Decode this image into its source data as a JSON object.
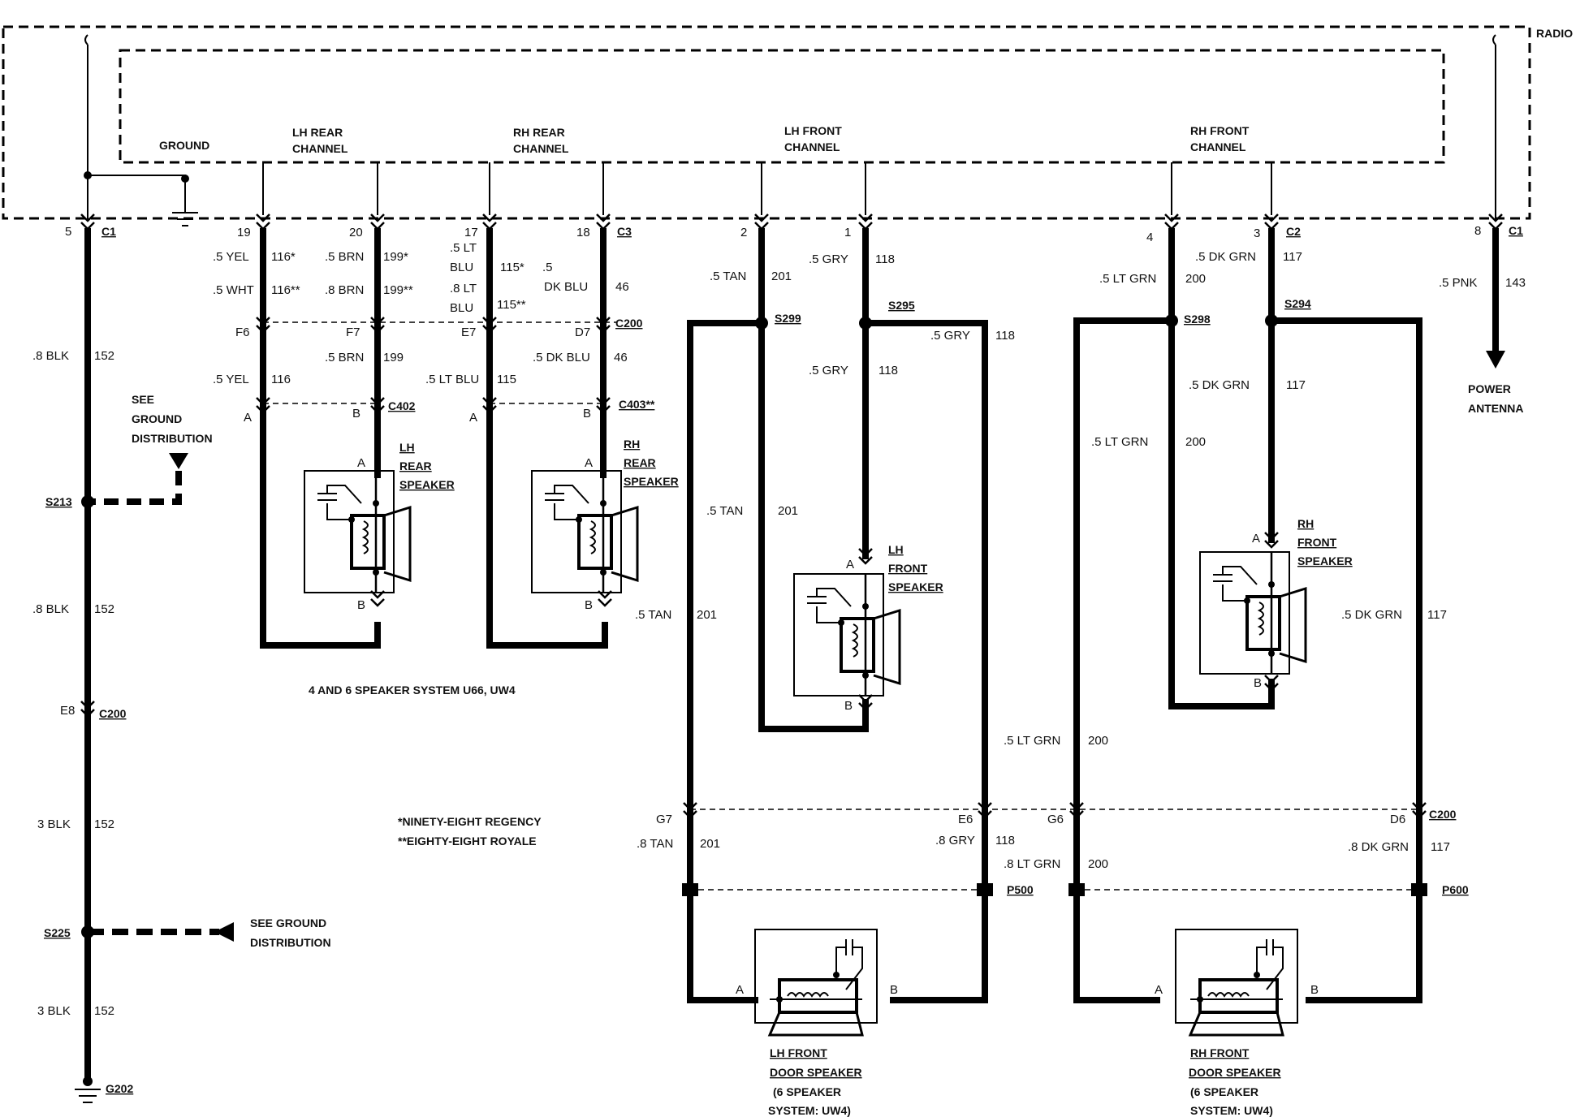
{
  "title": "RADIO",
  "radio": {
    "ground": "GROUND",
    "lh_rear_channel": [
      "LH REAR",
      "CHANNEL"
    ],
    "rh_rear_channel": [
      "RH REAR",
      "CHANNEL"
    ],
    "lh_front_channel": [
      "LH FRONT",
      "CHANNEL"
    ],
    "rh_front_channel": [
      "RH FRONT",
      "CHANNEL"
    ]
  },
  "connectors": {
    "c1_left": "C1",
    "c1_right": "C1",
    "c2": "C2",
    "c3": "C3",
    "c200": "C200",
    "c402": "C402",
    "c403": "C403**",
    "p500": "P500",
    "p600": "P600",
    "g202": "G202"
  },
  "splices": {
    "s213": "S213",
    "s225": "S225",
    "s294": "S294",
    "s295": "S295",
    "s298": "S298",
    "s299": "S299"
  },
  "pins": {
    "p5": "5",
    "p19": "19",
    "p20": "20",
    "p17": "17",
    "p18": "18",
    "p2": "2",
    "p1": "1",
    "p4": "4",
    "p3": "3",
    "p8": "8",
    "f6": "F6",
    "f7": "F7",
    "e7": "E7",
    "d7": "D7",
    "e8": "E8",
    "g7": "G7",
    "e6": "E6",
    "g6": "G6",
    "d6": "D6",
    "a": "A",
    "b": "B"
  },
  "wires": {
    "ground_8blk": ".8 BLK",
    "ground_3blk": "3 BLK",
    "ckt_152": "152",
    "yel": ".5 YEL",
    "ckt_116s": "116*",
    "wht": ".5 WHT",
    "ckt_116ss": "116**",
    "ckt_116": "116",
    "brn5": ".5 BRN",
    "ckt_199s": "199*",
    "brn8": ".8 BRN",
    "ckt_199ss": "199**",
    "ckt_199": "199",
    "ltblu5a": ".5 LT",
    "ltblu5b": "BLU",
    "ckt_115s": "115*",
    "ltblu8a": ".8 LT",
    "ltblu8b": "BLU",
    "ckt_115ss": "115**",
    "ltblu5": ".5 LT BLU",
    "ckt_115": "115",
    "dkblu_a": ".5",
    "dkblu_b": "DK BLU",
    "dkblu5": ".5 DK BLU",
    "ckt_46": "46",
    "tan5": ".5 TAN",
    "tan8": ".8 TAN",
    "ckt_201": "201",
    "gry5": ".5 GRY",
    "gry8": ".8 GRY",
    "ckt_118": "118",
    "ltgrn5": ".5 LT GRN",
    "ltgrn8": ".8 LT GRN",
    "ckt_200": "200",
    "dkgrn5": ".5 DK GRN",
    "dkgrn8": ".8 DK GRN",
    "ckt_117": "117",
    "pnk5": ".5 PNK",
    "ckt_143": "143"
  },
  "components": {
    "lh_rear_speaker": [
      "LH",
      "REAR",
      "SPEAKER"
    ],
    "rh_rear_speaker": [
      "RH",
      "REAR",
      "SPEAKER"
    ],
    "lh_front_speaker": [
      "LH",
      "FRONT",
      "SPEAKER"
    ],
    "rh_front_speaker": [
      "RH",
      "FRONT",
      "SPEAKER"
    ],
    "lh_front_door_speaker": [
      "LH FRONT",
      "DOOR SPEAKER",
      "(6 SPEAKER",
      "SYSTEM: UW4)"
    ],
    "rh_front_door_speaker": [
      "RH FRONT",
      "DOOR SPEAKER",
      "(6 SPEAKER",
      "SYSTEM: UW4)"
    ],
    "power_antenna": [
      "POWER",
      "ANTENNA"
    ]
  },
  "notes": {
    "see_ground_1": [
      "SEE",
      "GROUND",
      "DISTRIBUTION"
    ],
    "see_ground_2": [
      "SEE GROUND",
      "DISTRIBUTION"
    ],
    "system": "4 AND 6 SPEAKER SYSTEM U66, UW4",
    "ninety_eight": "*NINETY-EIGHT REGENCY",
    "eighty_eight": "**EIGHTY-EIGHT ROYALE"
  }
}
